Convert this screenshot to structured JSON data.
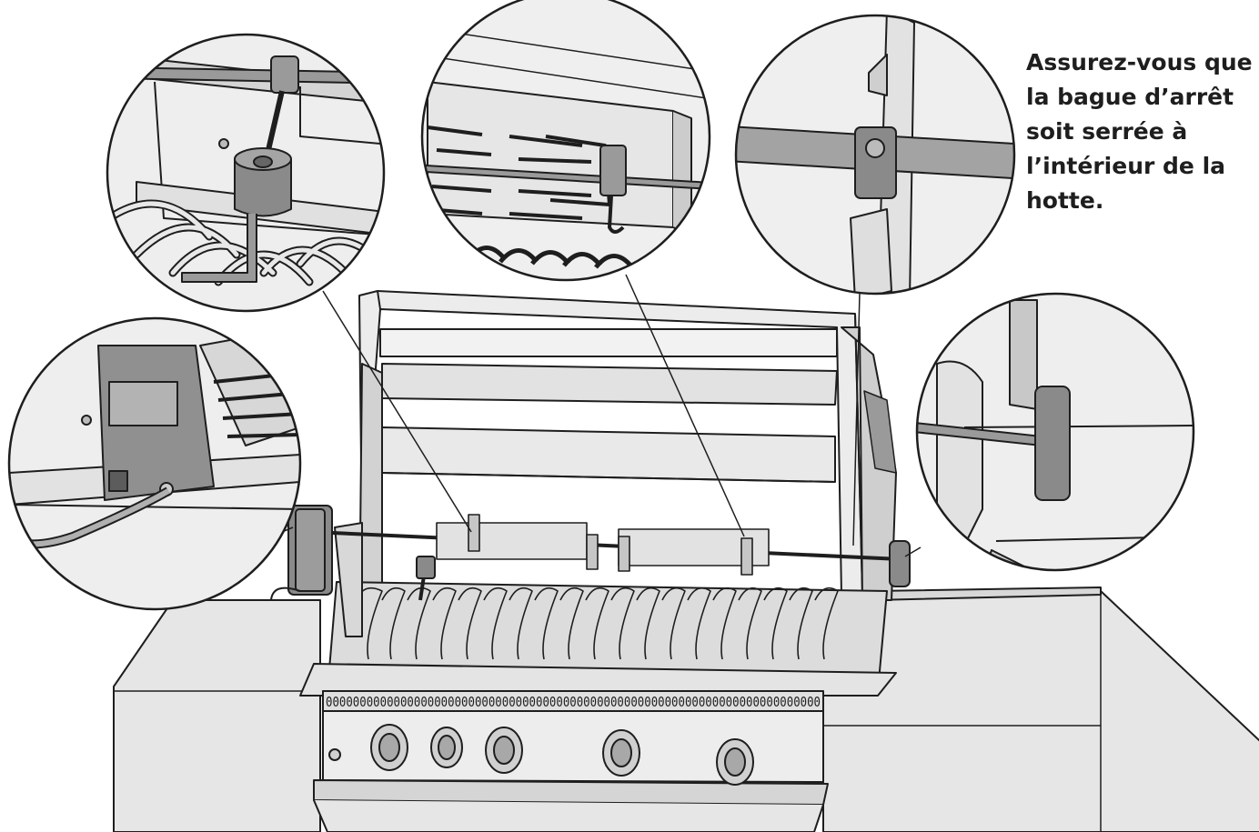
{
  "caption": {
    "lines": [
      "Assurez-vous que",
      "la bague d’arrêt",
      "soit serrée à",
      "l’intérieur de la",
      "hotte."
    ]
  },
  "colors": {
    "line": "#1e1e1e",
    "metal_light": "#e6e6e6",
    "metal_mid": "#bdbdbd",
    "metal_dark": "#7d7d7d",
    "background": "#ffffff"
  },
  "icons": [
    "grill-illustration",
    "rotisserie-motor",
    "spit-rod",
    "forks",
    "lock-collar",
    "counterweight",
    "handle-knob",
    "control-knobs"
  ]
}
